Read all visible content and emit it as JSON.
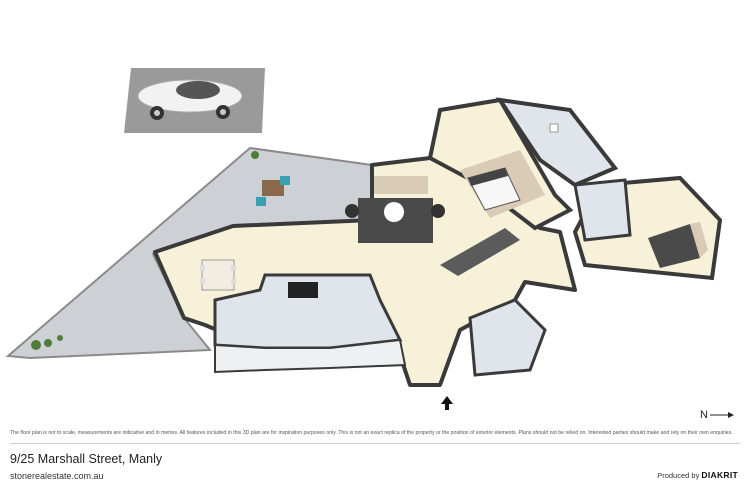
{
  "plan": {
    "north_label": "N",
    "icons": {
      "car": "car-icon",
      "entry": "entry-arrow-icon",
      "compass": "north-compass-icon"
    }
  },
  "footer": {
    "disclaimer": "The floor plan is not to scale, measurements are indicative and in metres. All features included in this 3D plan are for inspiration purposes only. This is not an exact replica of the property or the position of exterior elements. Plans should not be relied on. Interested parties should make and rely on their own enquiries.",
    "address": "9/25 Marshall Street, Manly",
    "website": "stonerealestate.com.au",
    "produced_by_label": "Produced by",
    "producer": "DIAKRIT"
  },
  "colors": {
    "floor": "#f6f1d8",
    "wall": "#3a3a3a",
    "terrace": "#cdd0d4",
    "wet_area": "#dfe5ea",
    "rug": "#d9cbb6"
  }
}
